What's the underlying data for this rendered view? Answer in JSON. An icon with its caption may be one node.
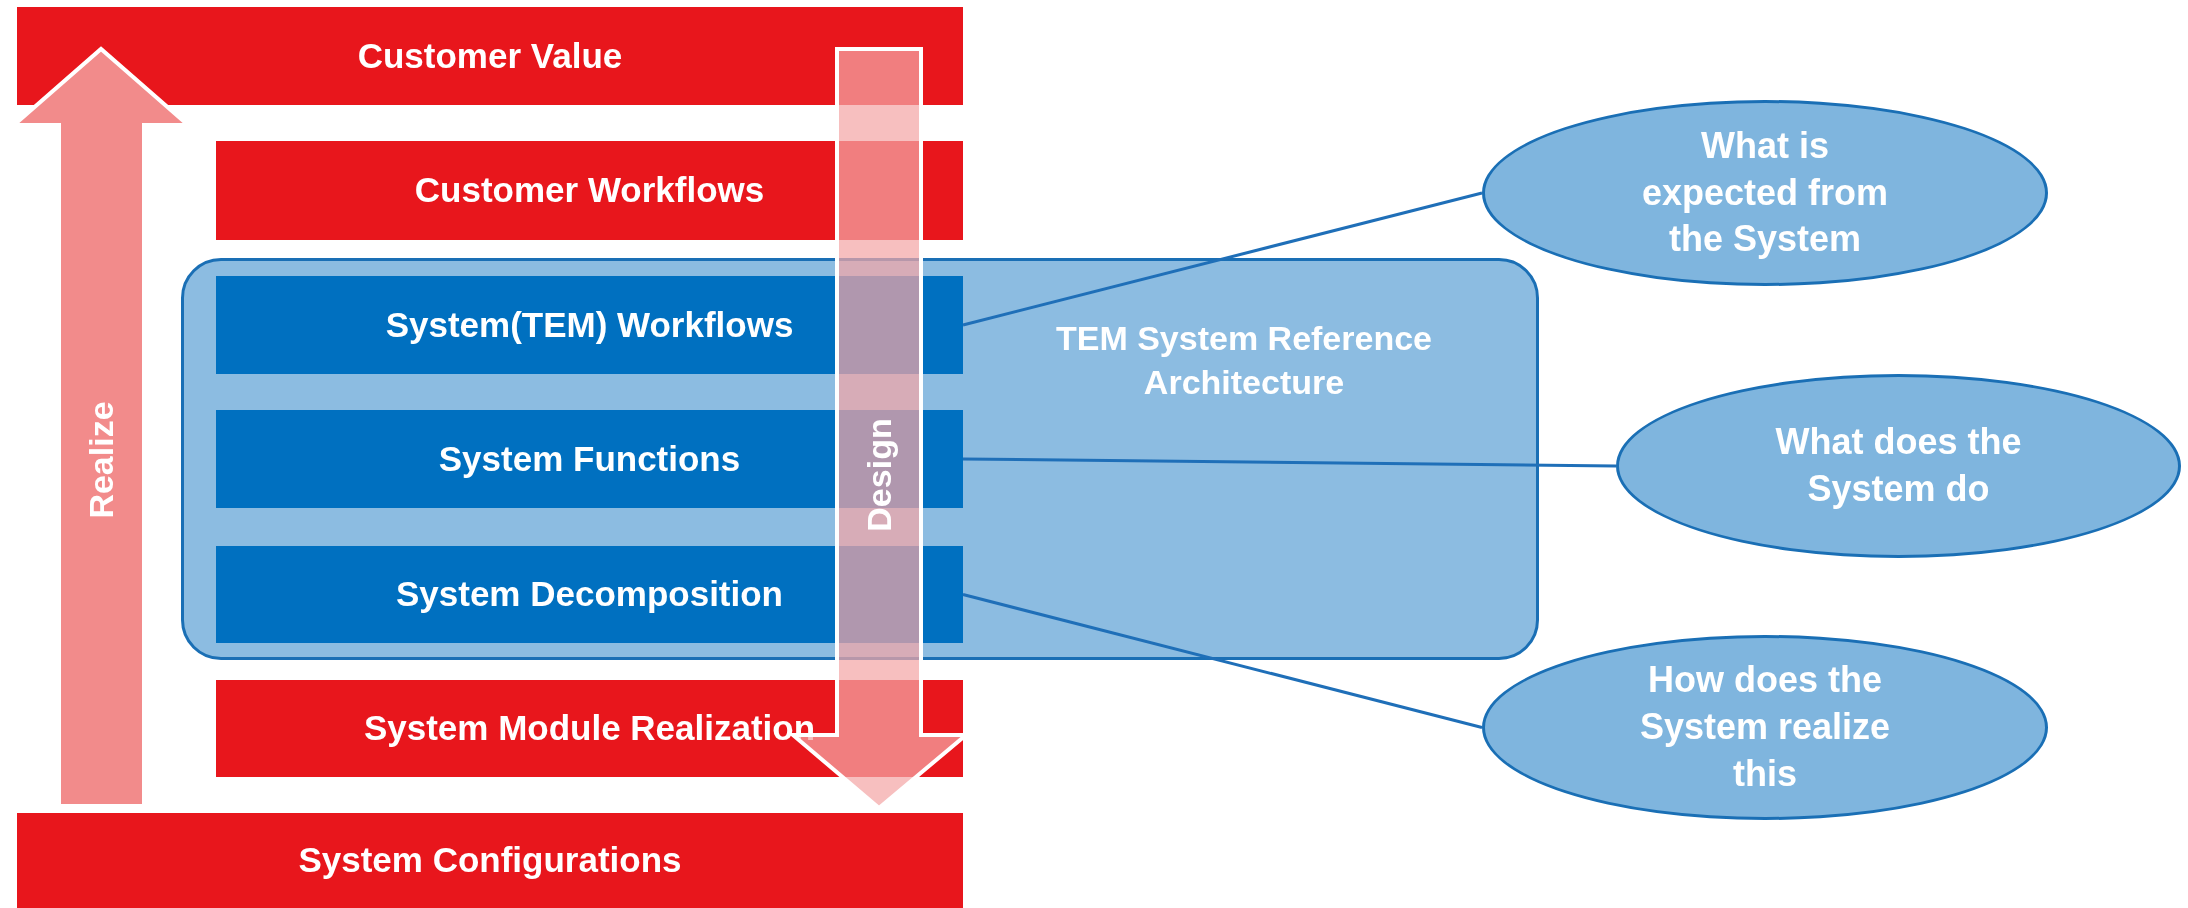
{
  "diagram": {
    "nodes": [
      {
        "text": [
          "Customer Value"
        ]
      },
      {
        "text": [
          "Customer Workflows"
        ]
      },
      {
        "text": [
          "TEM System Reference Architecture"
        ]
      },
      {
        "text": [
          "System(TEM) Workflows"
        ],
        "in": 2
      },
      {
        "text": [
          "System Functions"
        ],
        "in": 2
      },
      {
        "text": [
          "System Decomposition"
        ],
        "in": 2
      },
      {
        "text": [
          "System Module Realization"
        ]
      },
      {
        "text": [
          "System Configurations"
        ]
      },
      {
        "text": [
          "What is expected from the System"
        ]
      },
      {
        "text": [
          "What does the System do"
        ]
      },
      {
        "text": [
          "How does the System realize this"
        ]
      }
    ],
    "edges": [
      {
        "from": 3,
        "to": 8,
        "arrow": "none"
      },
      {
        "from": 4,
        "to": 9,
        "arrow": "none"
      },
      {
        "from": 5,
        "to": 10,
        "arrow": "none"
      }
    ],
    "labels": [
      "Realize",
      "Design"
    ]
  }
}
